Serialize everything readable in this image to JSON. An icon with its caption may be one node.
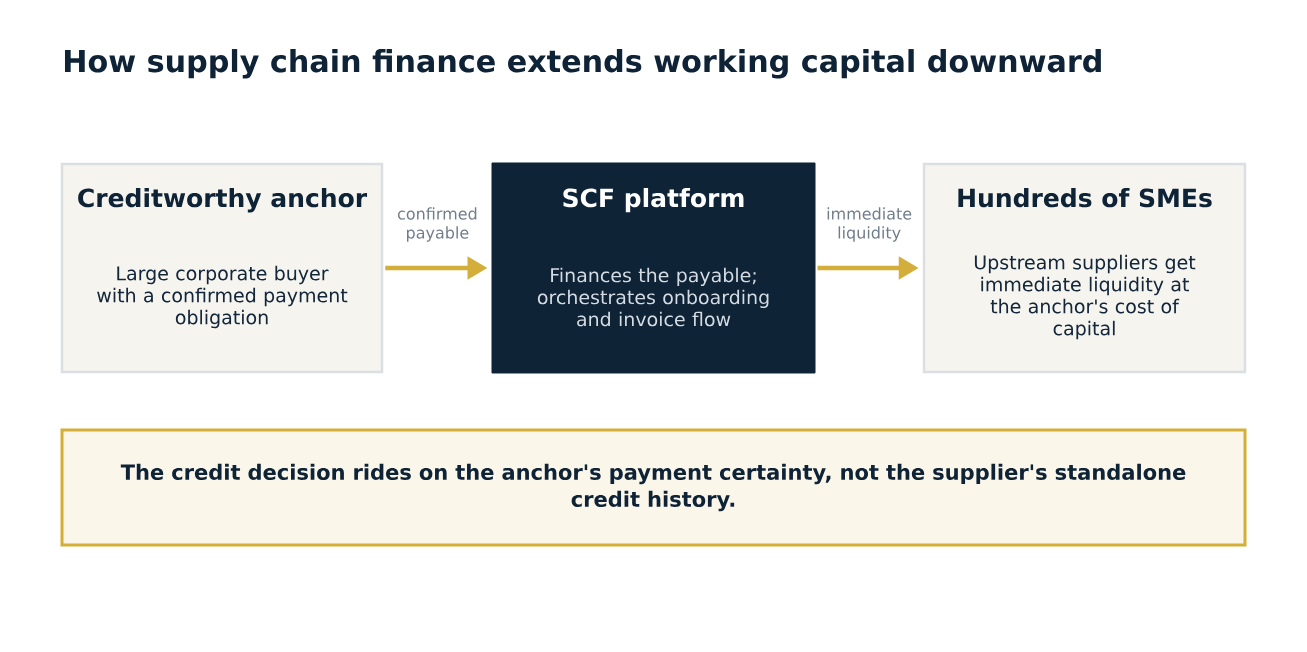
{
  "diagram": {
    "title": "How supply chain finance extends working capital downward",
    "nodes": [
      {
        "text": [
          "Creditworthy anchor",
          "Large corporate buyer with a confirmed payment obligation"
        ]
      },
      {
        "text": [
          "SCF platform",
          "Finances the payable; orchestrates onboarding and invoice flow"
        ]
      },
      {
        "text": [
          "Hundreds of SMEs",
          "Upstream suppliers get immediate liquidity at the anchor's cost of capital"
        ]
      },
      {
        "text": [
          "The credit decision rides on the anchor's payment certainty, not the supplier's standalone credit history."
        ]
      }
    ],
    "edges": [
      {
        "from": 0,
        "to": 1,
        "arrow": "to",
        "label": "confirmed payable"
      },
      {
        "from": 1,
        "to": 2,
        "arrow": "to",
        "label": "immediate liquidity"
      }
    ]
  }
}
